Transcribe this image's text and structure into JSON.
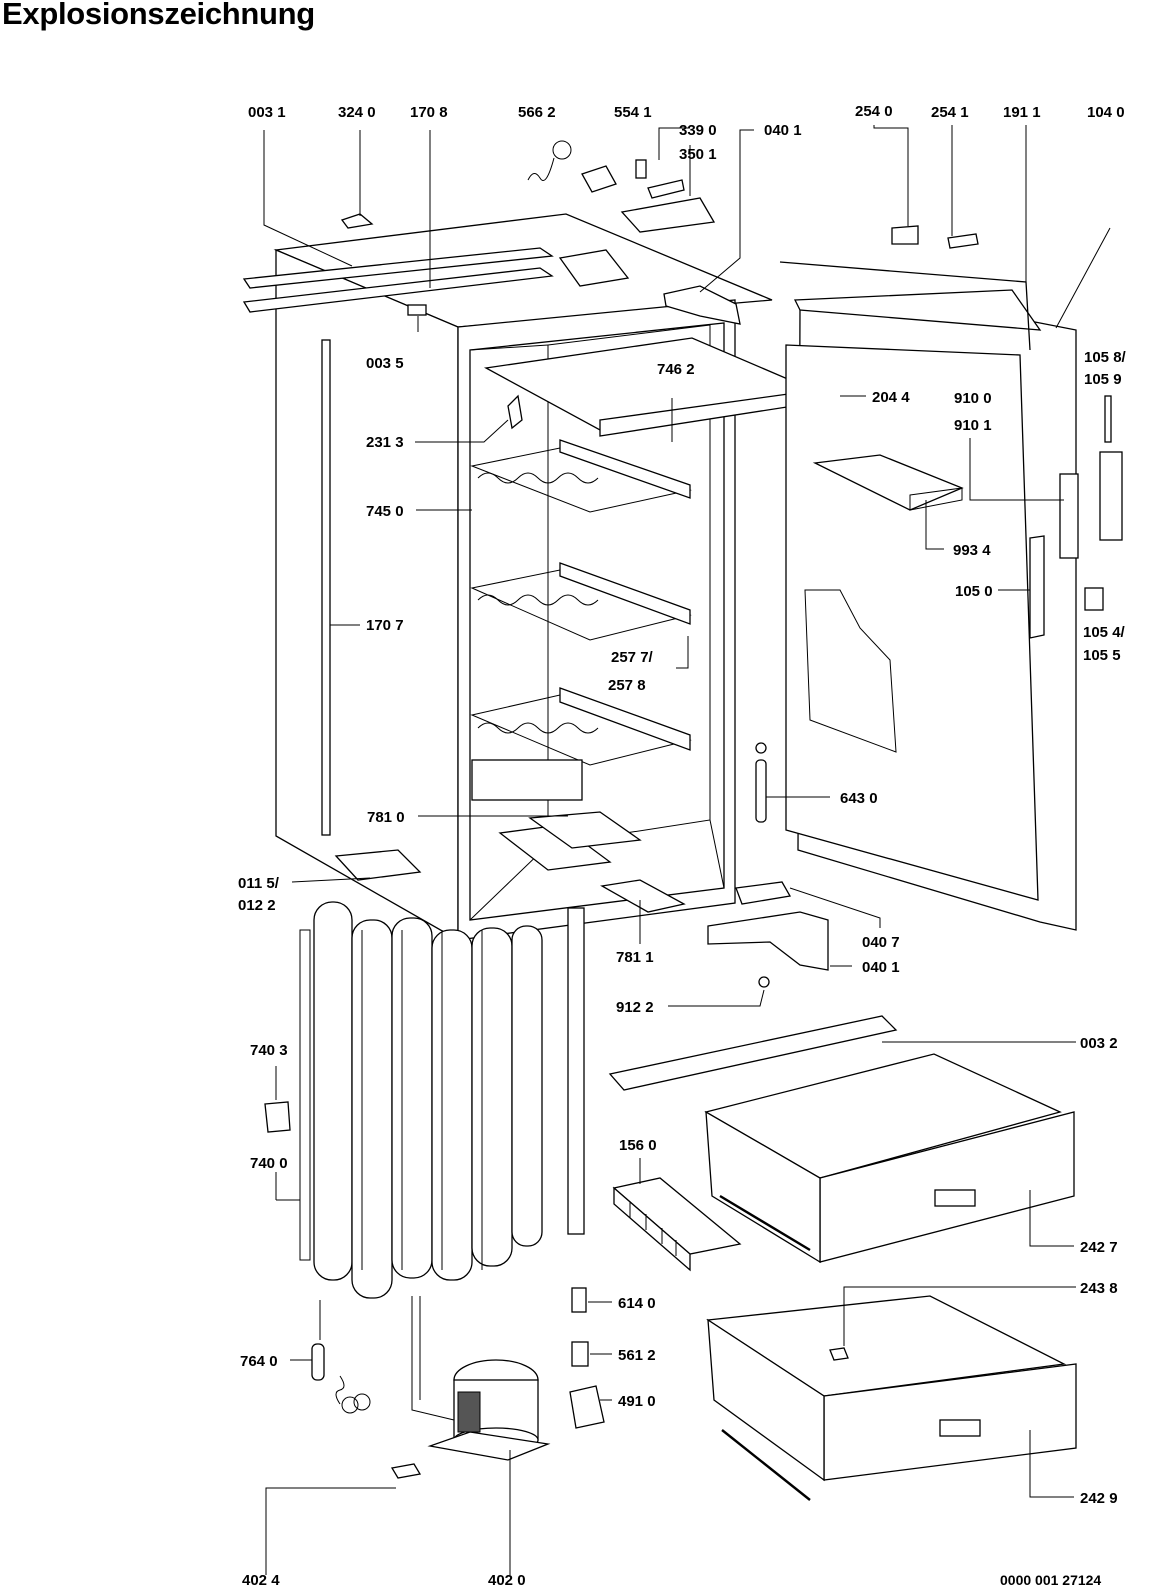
{
  "title": "Explosionszeichnung",
  "labels": [
    {
      "id": "l0031",
      "text": "003 1"
    },
    {
      "id": "l3240",
      "text": "324 0"
    },
    {
      "id": "l1708",
      "text": "170 8"
    },
    {
      "id": "l5662",
      "text": "566 2"
    },
    {
      "id": "l5541",
      "text": "554 1"
    },
    {
      "id": "l3390",
      "text": "339 0"
    },
    {
      "id": "l3501",
      "text": "350 1"
    },
    {
      "id": "l0401a",
      "text": "040 1"
    },
    {
      "id": "l2540",
      "text": "254 0"
    },
    {
      "id": "l2541",
      "text": "254 1"
    },
    {
      "id": "l1911",
      "text": "191 1"
    },
    {
      "id": "l1040",
      "text": "104 0"
    },
    {
      "id": "l0035",
      "text": "003 5"
    },
    {
      "id": "l7462",
      "text": "746 2"
    },
    {
      "id": "l2044",
      "text": "204 4"
    },
    {
      "id": "l1058",
      "text": "105 8/"
    },
    {
      "id": "l1059",
      "text": "105 9"
    },
    {
      "id": "l2313",
      "text": "231 3"
    },
    {
      "id": "l9100",
      "text": "910 0"
    },
    {
      "id": "l9101",
      "text": "910 1"
    },
    {
      "id": "l7450",
      "text": "745 0"
    },
    {
      "id": "l9934",
      "text": "993 4"
    },
    {
      "id": "l1050",
      "text": "105 0"
    },
    {
      "id": "l1707",
      "text": "170 7"
    },
    {
      "id": "l1054",
      "text": "105 4/"
    },
    {
      "id": "l1055",
      "text": "105 5"
    },
    {
      "id": "l2577",
      "text": "257 7/"
    },
    {
      "id": "l2578",
      "text": "257 8"
    },
    {
      "id": "l6430",
      "text": "643 0"
    },
    {
      "id": "l7810",
      "text": "781 0"
    },
    {
      "id": "l0115",
      "text": "011 5/"
    },
    {
      "id": "l0122",
      "text": "012 2"
    },
    {
      "id": "l0407",
      "text": "040 7"
    },
    {
      "id": "l7811",
      "text": "781 1"
    },
    {
      "id": "l0401b",
      "text": "040 1"
    },
    {
      "id": "l9122",
      "text": "912 2"
    },
    {
      "id": "l0032",
      "text": "003 2"
    },
    {
      "id": "l7403",
      "text": "740 3"
    },
    {
      "id": "l1560",
      "text": "156 0"
    },
    {
      "id": "l7400",
      "text": "740 0"
    },
    {
      "id": "l2427",
      "text": "242 7"
    },
    {
      "id": "l2438",
      "text": "243 8"
    },
    {
      "id": "l6140",
      "text": "614 0"
    },
    {
      "id": "l7640",
      "text": "764 0"
    },
    {
      "id": "l5612",
      "text": "561 2"
    },
    {
      "id": "l4910",
      "text": "491 0"
    },
    {
      "id": "l2429",
      "text": "242 9"
    },
    {
      "id": "l4024",
      "text": "402 4"
    },
    {
      "id": "l4020",
      "text": "402 0"
    },
    {
      "id": "docnum",
      "text": "0000 001 27124"
    }
  ]
}
